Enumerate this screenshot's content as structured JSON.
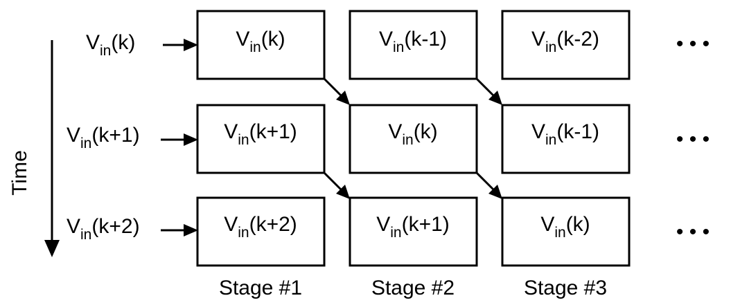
{
  "axis": {
    "label": "Time"
  },
  "subscript": "in",
  "base": "V",
  "inputs": [
    {
      "arg": "(k)"
    },
    {
      "arg": "(k+1)"
    },
    {
      "arg": "(k+2)"
    }
  ],
  "grid": [
    [
      {
        "arg": "(k)"
      },
      {
        "arg": "(k-1)"
      },
      {
        "arg": "(k-2)"
      }
    ],
    [
      {
        "arg": "(k+1)"
      },
      {
        "arg": "(k)"
      },
      {
        "arg": "(k-1)"
      }
    ],
    [
      {
        "arg": "(k+2)"
      },
      {
        "arg": "(k+1)"
      },
      {
        "arg": "(k)"
      }
    ]
  ],
  "stages": [
    {
      "label": "Stage #1"
    },
    {
      "label": "Stage #2"
    },
    {
      "label": "Stage #3"
    }
  ],
  "continuation": "• • •"
}
